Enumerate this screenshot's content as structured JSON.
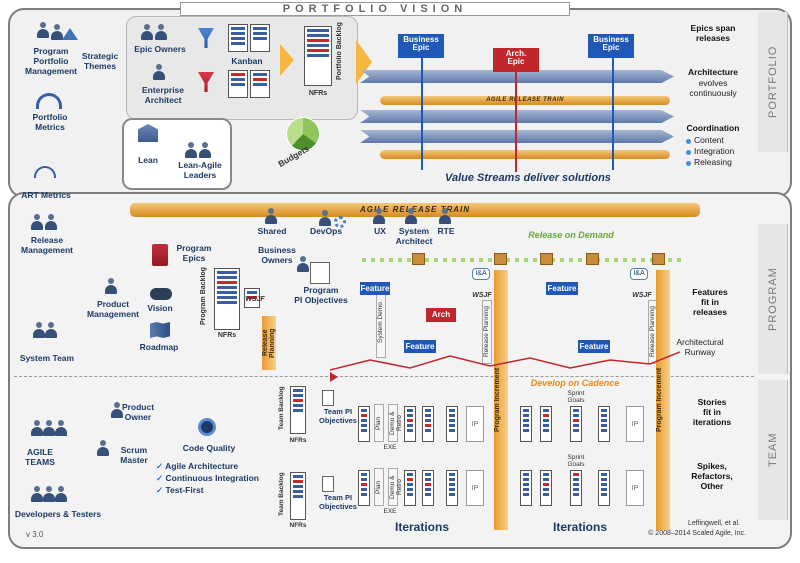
{
  "portfolio": {
    "title": "PORTFOLIO VISION",
    "side_tab": "PORTFOLIO",
    "program_portfolio_management": "Program\nPortfolio\nManagement",
    "strategic_themes": "Strategic\nThemes",
    "portfolio_metrics": "Portfolio\nMetrics",
    "epic_owners": "Epic Owners",
    "enterprise_architect": "Enterprise\nArchitect",
    "kanban": "Kanban",
    "portfolio_backlog": "Portfolio Backlog",
    "nfrs": "NFRs",
    "budgets": "Budgets",
    "lean": "Lean",
    "lean_agile_leaders": "Lean-Agile\nLeaders",
    "business_epic_1": "Business\nEpic",
    "arch_epic": "Arch.\nEpic",
    "business_epic_2": "Business\nEpic",
    "art_label": "AGILE RELEASE TRAIN",
    "value_streams": "Value Streams deliver solutions",
    "epics_span": "Epics span\nreleases",
    "architecture_heading": "Architecture",
    "architecture_rest": "evolves\ncontinuously",
    "coordination": "Coordination",
    "coordination_items": [
      "Content",
      "Integration",
      "Releasing"
    ]
  },
  "program": {
    "side_tab": "PROGRAM",
    "art_metrics": "ART Metrics",
    "release_management": "Release\nManagement",
    "system_team": "System Team",
    "product_management": "Product\nManagement",
    "program_epics": "Program\nEpics",
    "vision": "Vision",
    "roadmap": "Roadmap",
    "program_backlog": "Program Backlog",
    "nfrs": "NFRs",
    "wsjf": "WSJF",
    "release_planning": "Release Planning",
    "business_owners": "Business\nOwners",
    "program_pi_objectives": "Program\nPI Objectives",
    "art_banner": "AGILE RELEASE TRAIN",
    "roles": [
      "Shared",
      "DevOps",
      "UX",
      "System\nArchitect",
      "RTE"
    ],
    "release_on_demand": "Release on Demand",
    "feature": "Feature",
    "arch": "Arch",
    "system_demo": "System Demo",
    "release_planning_2": "Release Planning",
    "program_increment": "Program Increment",
    "ia": "I&A",
    "features_fit": "Features\nfit in\nreleases",
    "architectural_runway": "Architectural\nRunway",
    "develop_on_cadence": "Develop on Cadence"
  },
  "team": {
    "side_tab": "TEAM",
    "product_owner": "Product\nOwner",
    "scrum_master": "Scrum\nMaster",
    "agile_teams": "AGILE\nTEAMS",
    "developers_testers": "Developers & Testers",
    "code_quality": "Code Quality",
    "practices": [
      "Agile Architecture",
      "Continuous Integration",
      "Test-First"
    ],
    "team_backlog": "Team Backlog",
    "nfrs": "NFRs",
    "team_pi_objectives": "Team PI\nObjectives",
    "plan": "Plan",
    "exe": "EXE",
    "demo_retro": "Demo & Retro",
    "ip": "IP",
    "sprint_goals": "Sprint\nGoals",
    "iterations": "Iterations",
    "stories_fit": "Stories\nfit in\niterations",
    "spikes": "Spikes,\nRefactors,\nOther",
    "version": "v 3.0",
    "credit_1": "Leffingwell, et al.",
    "credit_2": "© 2008–2014 Scaled Agile, Inc."
  },
  "colors": {
    "navy": "#1c3a66",
    "feature_blue": "#1f58b6",
    "arch_red": "#c0272d",
    "train_orange": "#e89a2d",
    "cadence_orange": "#e8891a",
    "release_green": "#6aa83a"
  }
}
